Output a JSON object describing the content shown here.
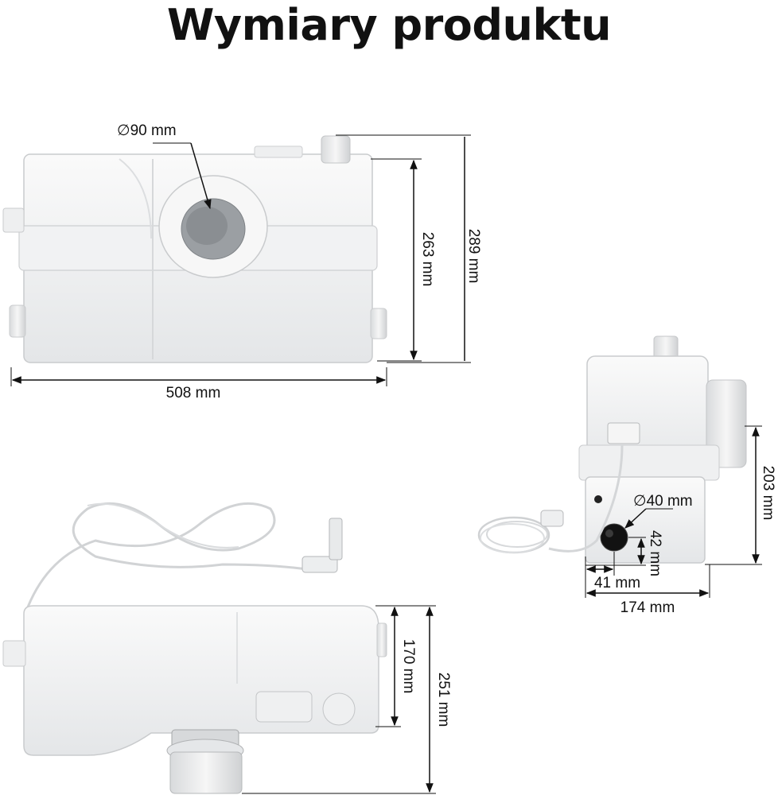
{
  "title": "Wymiary produktu",
  "front_view": {
    "outlet_diameter": "90 mm",
    "width": "508 mm",
    "height_body": "263 mm",
    "height_total": "289 mm"
  },
  "side_view": {
    "inlet_diameter": "40 mm",
    "inlet_height": "42 mm",
    "inlet_offset": "41 mm",
    "depth": "174 mm",
    "height": "203 mm"
  },
  "top_view": {
    "height_body": "170 mm",
    "height_total": "251 mm"
  },
  "colors": {
    "body": "#f3f4f5",
    "shade": "#dcdee0",
    "line": "#111111"
  }
}
